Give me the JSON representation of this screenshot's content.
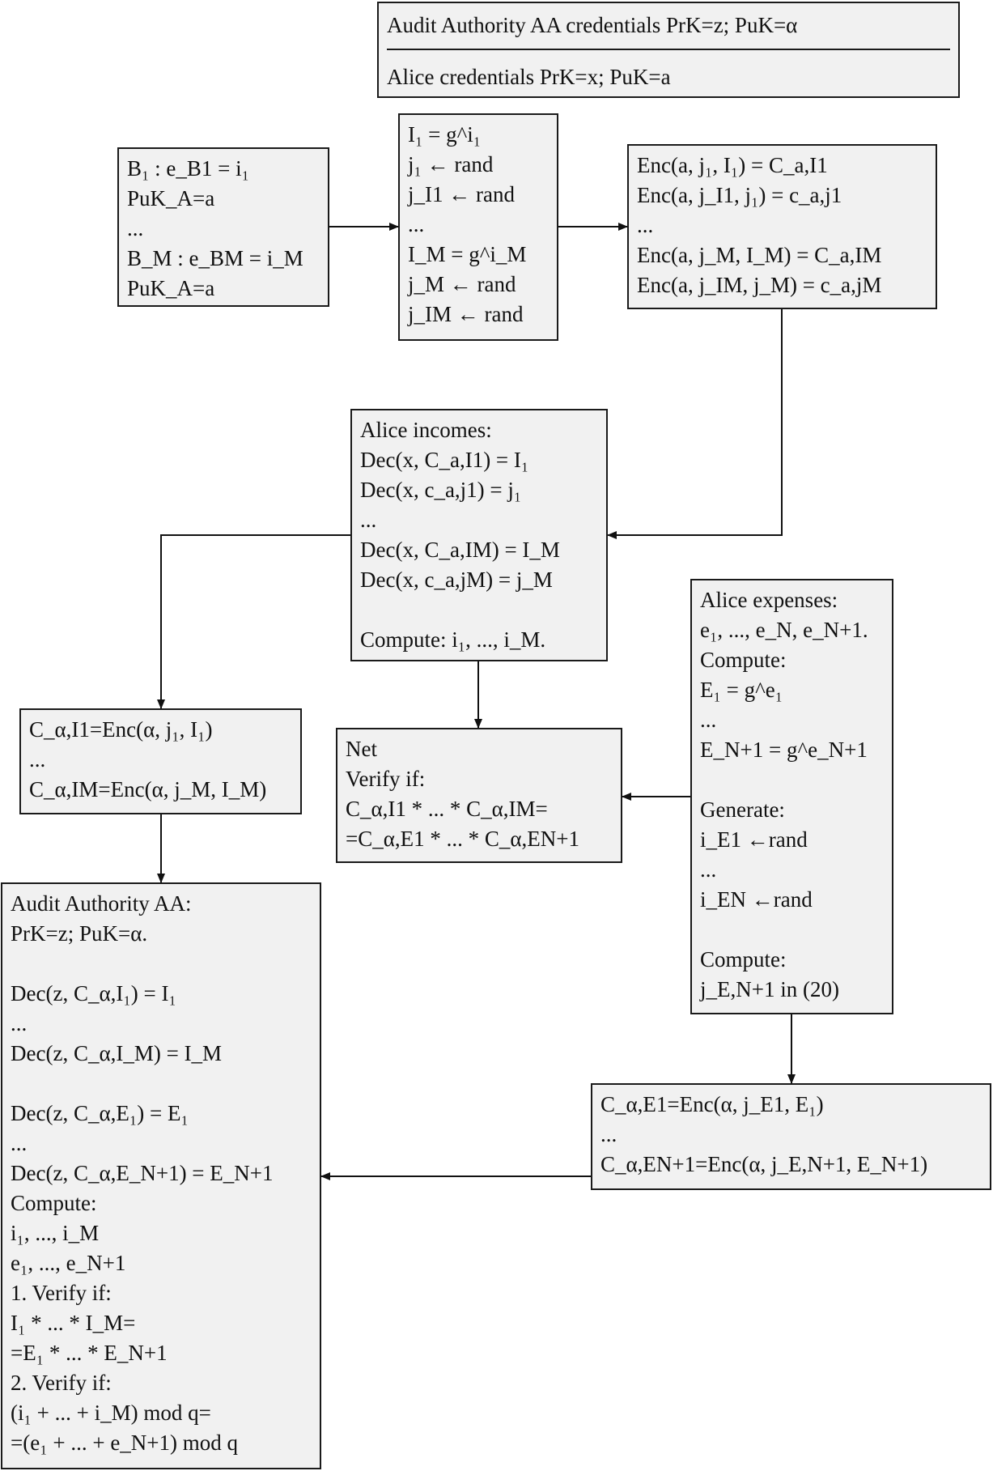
{
  "legend": {
    "line1": "Audit Authority AA credentials PrK=z; PuK=α",
    "line2": "Alice credentials PrK=x; PuK=a"
  },
  "inputs_box": {
    "lines": [
      "B₁ : e_B1 = i₁",
      "PuK_A=a",
      "...",
      "B_M : e_BM = i_M",
      "PuK_A=a"
    ]
  },
  "generate_box": {
    "lines": [
      "I₁ = g^i₁",
      "j₁ ← rand",
      "j_I1 ← rand",
      "...",
      "I_M = g^i_M",
      "j_M ← rand",
      "j_IM ← rand"
    ]
  },
  "enc_box": {
    "lines": [
      "Enc(a, j₁, I₁) = C_a,I1",
      "Enc(a, j_I1, j₁) = c_a,j1",
      "...",
      "Enc(a, j_M, I_M) = C_a,IM",
      "Enc(a, j_IM, j_M) = c_a,jM"
    ]
  },
  "incomes_box": {
    "lines": [
      "Alice incomes:",
      "Dec(x, C_a,I1) = I₁",
      "Dec(x, c_a,j1) = j₁",
      "...",
      "Dec(x, C_a,IM) = I_M",
      "Dec(x, c_a,jM) = j_M",
      "",
      "Compute: i₁, ..., i_M."
    ]
  },
  "expenses_box": {
    "lines": [
      "Alice expenses:",
      "e₁, ..., e_N, e_N+1.",
      "Compute:",
      "E₁ = g^e₁",
      "...",
      "E_N+1 = g^e_N+1",
      "",
      "Generate:",
      "i_E1 ←rand",
      "...",
      "i_EN ←rand",
      "",
      "Compute:",
      "j_E,N+1 in (20)"
    ]
  },
  "reenc_incomes_box": {
    "lines": [
      "C_α,I1=Enc(α, j₁, I₁)",
      "...",
      "C_α,IM=Enc(α, j_M, I_M)"
    ]
  },
  "net_box": {
    "lines": [
      "Net",
      "Verify if:",
      "C_α,I1 * ... * C_α,IM=",
      "=C_α,E1 * ... * C_α,EN+1"
    ]
  },
  "audit_box": {
    "lines": [
      "Audit Authority AA:",
      "PrK=z; PuK=α.",
      "",
      "Dec(z, C_α,I₁) = I₁",
      "...",
      "Dec(z, C_α,I_M) = I_M",
      "",
      "Dec(z, C_α,E₁) = E₁",
      "...",
      "Dec(z, C_α,E_N+1) = E_N+1",
      "Compute:",
      "i₁, ..., i_M",
      "e₁, ..., e_N+1",
      "1. Verify if:",
      "I₁ * ... * I_M=",
      "=E₁ * ... * E_N+1",
      "2. Verify if:",
      "(i₁ + ... + i_M) mod q=",
      "=(e₁ + ... + e_N+1) mod q"
    ]
  },
  "reenc_expenses_box": {
    "lines": [
      "C_α,E1=Enc(α, j_E1, E₁)",
      "...",
      "C_α,EN+1=Enc(α, j_E,N+1, E_N+1)"
    ]
  }
}
